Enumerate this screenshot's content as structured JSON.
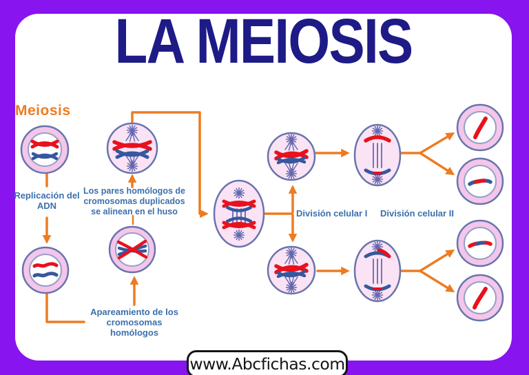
{
  "title": {
    "text": "LA MEIOSIS"
  },
  "diagram": {
    "heading": "Meiosis",
    "labels": {
      "replication": "Replicación del ADN",
      "alignment": "Los pares homólogos de cromosomas duplicados se alinean en el huso",
      "pairing": "Apareamiento de los cromosomas homólogos",
      "division1": "División celular I",
      "division2": "División celular II"
    }
  },
  "watermark": {
    "text": "www.Abcfichas.com"
  },
  "colors": {
    "border_purple": "#8814ef",
    "title_navy": "#1e1b87",
    "accent_orange": "#ed7b21",
    "label_blue": "#3b70ad",
    "chromosome_red": "#e8111c",
    "chromosome_blue": "#35589f",
    "cell_ring_pink": "#f3c6ea",
    "cell_body_pink": "#fae3f5",
    "cell_outline": "#6874ac",
    "nucleus_stroke": "#96a0c8",
    "spindle": "#6468b0",
    "watermark_ink": "#141414"
  }
}
